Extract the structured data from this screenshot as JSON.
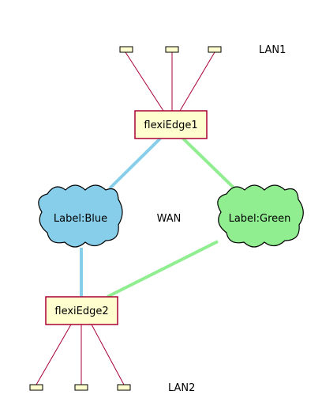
{
  "nodes": {
    "edge1": "flexiEdge1",
    "edge2": "flexiEdge2"
  },
  "clouds": {
    "blue": "Label:Blue",
    "green": "Label:Green"
  },
  "labels": {
    "wan": "WAN",
    "lan1": "LAN1",
    "lan2": "LAN2"
  },
  "colors": {
    "node_fill": "#FEFECE",
    "node_border": "#A80036",
    "lan_line": "#A80036",
    "blue": "#87CEEB",
    "green": "#90EE90",
    "cloud_border": "#000000"
  }
}
